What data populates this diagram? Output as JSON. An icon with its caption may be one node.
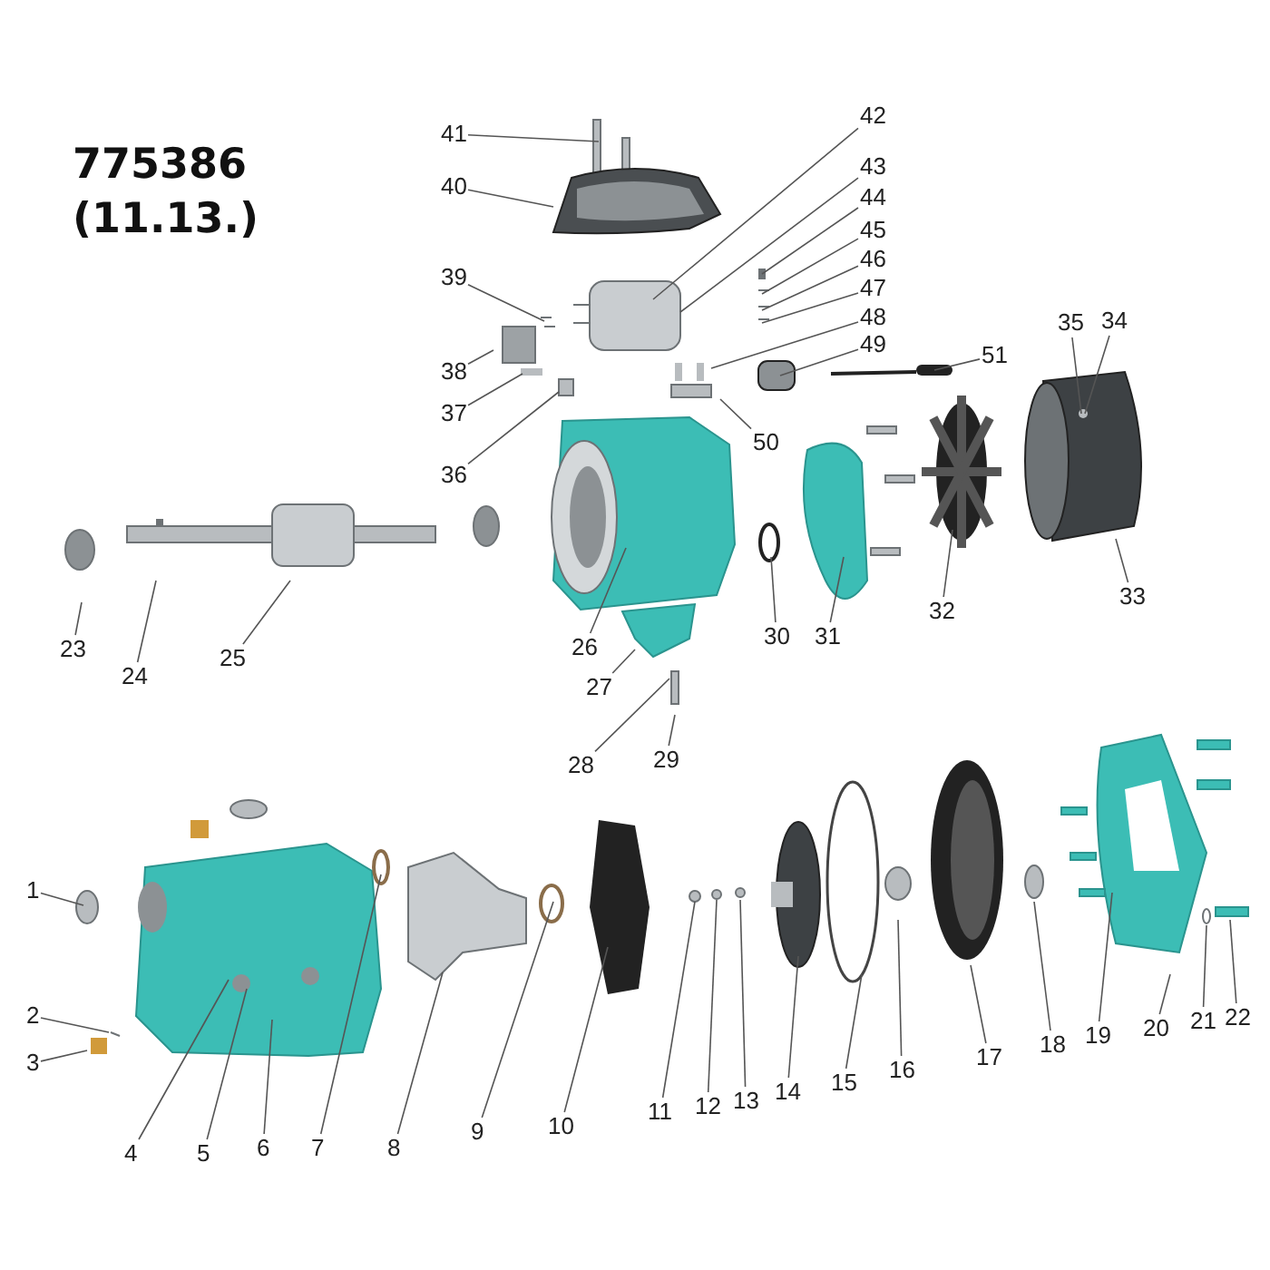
{
  "diagram": {
    "title": "775386 (11.13.)",
    "nodes": [
      {
        "text": [
          "1"
        ]
      },
      {
        "text": [
          "2"
        ]
      },
      {
        "text": [
          "3"
        ]
      },
      {
        "text": [
          "4"
        ]
      },
      {
        "text": [
          "5"
        ]
      },
      {
        "text": [
          "6"
        ]
      },
      {
        "text": [
          "7"
        ]
      },
      {
        "text": [
          "8"
        ]
      },
      {
        "text": [
          "9"
        ]
      },
      {
        "text": [
          "10"
        ]
      },
      {
        "text": [
          "11"
        ]
      },
      {
        "text": [
          "12"
        ]
      },
      {
        "text": [
          "13"
        ]
      },
      {
        "text": [
          "14"
        ]
      },
      {
        "text": [
          "15"
        ]
      },
      {
        "text": [
          "16"
        ]
      },
      {
        "text": [
          "17"
        ]
      },
      {
        "text": [
          "18"
        ]
      },
      {
        "text": [
          "19"
        ]
      },
      {
        "text": [
          "20"
        ]
      },
      {
        "text": [
          "21"
        ]
      },
      {
        "text": [
          "22"
        ]
      },
      {
        "text": [
          "23"
        ]
      },
      {
        "text": [
          "24"
        ]
      },
      {
        "text": [
          "25"
        ]
      },
      {
        "text": [
          "26"
        ]
      },
      {
        "text": [
          "27"
        ]
      },
      {
        "text": [
          "28"
        ]
      },
      {
        "text": [
          "29"
        ]
      },
      {
        "text": [
          "30"
        ]
      },
      {
        "text": [
          "31"
        ]
      },
      {
        "text": [
          "32"
        ]
      },
      {
        "text": [
          "33"
        ]
      },
      {
        "text": [
          "34"
        ]
      },
      {
        "text": [
          "35"
        ]
      },
      {
        "text": [
          "36"
        ]
      },
      {
        "text": [
          "37"
        ]
      },
      {
        "text": [
          "38"
        ]
      },
      {
        "text": [
          "39"
        ]
      },
      {
        "text": [
          "40"
        ]
      },
      {
        "text": [
          "41"
        ]
      },
      {
        "text": [
          "42"
        ]
      },
      {
        "text": [
          "43"
        ]
      },
      {
        "text": [
          "44"
        ]
      },
      {
        "text": [
          "45"
        ]
      },
      {
        "text": [
          "46"
        ]
      },
      {
        "text": [
          "47"
        ]
      },
      {
        "text": [
          "48"
        ]
      },
      {
        "text": [
          "49"
        ]
      },
      {
        "text": [
          "50"
        ]
      },
      {
        "text": [
          "51"
        ]
      }
    ],
    "edges": [
      {
        "from": 0,
        "to": null,
        "arrow": "none"
      },
      {
        "from": 1,
        "to": null,
        "arrow": "none"
      },
      {
        "from": 2,
        "to": null,
        "arrow": "none"
      },
      {
        "from": 3,
        "to": null,
        "arrow": "none"
      },
      {
        "from": 4,
        "to": null,
        "arrow": "none"
      },
      {
        "from": 5,
        "to": null,
        "arrow": "none"
      },
      {
        "from": 6,
        "to": null,
        "arrow": "none"
      },
      {
        "from": 7,
        "to": null,
        "arrow": "none"
      },
      {
        "from": 8,
        "to": null,
        "arrow": "none"
      },
      {
        "from": 9,
        "to": null,
        "arrow": "none"
      },
      {
        "from": 10,
        "to": null,
        "arrow": "none"
      },
      {
        "from": 11,
        "to": null,
        "arrow": "none"
      },
      {
        "from": 12,
        "to": null,
        "arrow": "none"
      },
      {
        "from": 13,
        "to": null,
        "arrow": "none"
      },
      {
        "from": 14,
        "to": null,
        "arrow": "none"
      },
      {
        "from": 15,
        "to": null,
        "arrow": "none"
      },
      {
        "from": 16,
        "to": null,
        "arrow": "none"
      },
      {
        "from": 17,
        "to": null,
        "arrow": "none"
      },
      {
        "from": 18,
        "to": null,
        "arrow": "none"
      },
      {
        "from": 19,
        "to": null,
        "arrow": "none"
      },
      {
        "from": 20,
        "to": null,
        "arrow": "none"
      },
      {
        "from": 21,
        "to": null,
        "arrow": "none"
      },
      {
        "from": 22,
        "to": null,
        "arrow": "none"
      },
      {
        "from": 23,
        "to": null,
        "arrow": "none"
      },
      {
        "from": 24,
        "to": null,
        "arrow": "none"
      },
      {
        "from": 25,
        "to": null,
        "arrow": "none"
      },
      {
        "from": 26,
        "to": null,
        "arrow": "none"
      },
      {
        "from": 27,
        "to": null,
        "arrow": "none"
      },
      {
        "from": 28,
        "to": null,
        "arrow": "none"
      },
      {
        "from": 29,
        "to": null,
        "arrow": "none"
      },
      {
        "from": 30,
        "to": null,
        "arrow": "none"
      },
      {
        "from": 31,
        "to": null,
        "arrow": "none"
      },
      {
        "from": 32,
        "to": null,
        "arrow": "none"
      },
      {
        "from": 33,
        "to": null,
        "arrow": "none"
      },
      {
        "from": 34,
        "to": null,
        "arrow": "none"
      },
      {
        "from": 35,
        "to": null,
        "arrow": "none"
      },
      {
        "from": 36,
        "to": null,
        "arrow": "none"
      },
      {
        "from": 37,
        "to": null,
        "arrow": "none"
      },
      {
        "from": 38,
        "to": null,
        "arrow": "none"
      },
      {
        "from": 39,
        "to": null,
        "arrow": "none"
      },
      {
        "from": 40,
        "to": null,
        "arrow": "none"
      },
      {
        "from": 41,
        "to": null,
        "arrow": "none"
      },
      {
        "from": 42,
        "to": null,
        "arrow": "none"
      },
      {
        "from": 43,
        "to": null,
        "arrow": "none"
      },
      {
        "from": 44,
        "to": null,
        "arrow": "none"
      },
      {
        "from": 45,
        "to": null,
        "arrow": "none"
      },
      {
        "from": 46,
        "to": null,
        "arrow": "none"
      },
      {
        "from": 47,
        "to": null,
        "arrow": "none"
      },
      {
        "from": 48,
        "to": null,
        "arrow": "none"
      },
      {
        "from": 49,
        "to": null,
        "arrow": "none"
      },
      {
        "from": 50,
        "to": null,
        "arrow": "none"
      }
    ]
  }
}
